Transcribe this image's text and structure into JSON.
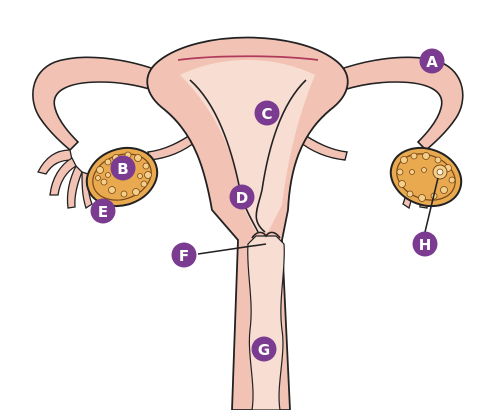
{
  "diagram": {
    "colors": {
      "tissue": "#f2c3b4",
      "tissue_light": "#f8ddd2",
      "outline": "#222222",
      "lining": "#b03a5b",
      "ovary_fill": "#e9a94f",
      "ovary_dark": "#7a4a1a",
      "marker": "#7a3b90",
      "marker_text": "#ffffff",
      "background": "#ffffff"
    },
    "labels": {
      "A": "A",
      "B": "B",
      "C": "C",
      "D": "D",
      "E": "E",
      "F": "F",
      "G": "G",
      "H": "H"
    }
  }
}
